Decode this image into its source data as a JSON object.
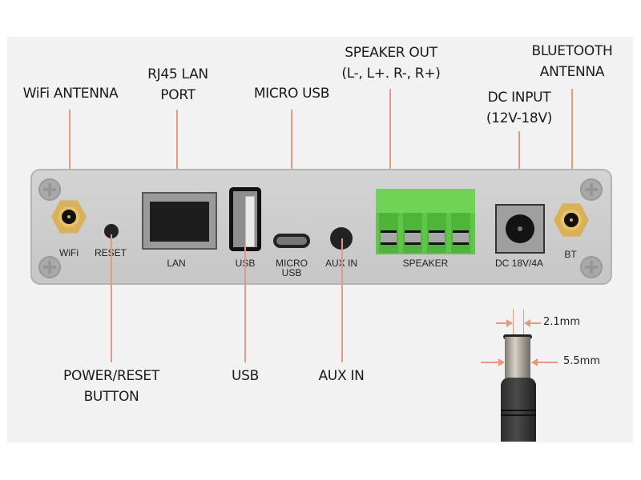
{
  "callouts": {
    "wifi_antenna": "WiFi  ANTENNA",
    "rj45_line1": "RJ45 LAN",
    "rj45_line2": "PORT",
    "micro_usb": "MICRO  USB",
    "speaker_out_line1": "SPEAKER  OUT",
    "speaker_out_line2": "(L-, L+. R-, R+)",
    "dc_input_line1": "DC INPUT",
    "dc_input_line2": "(12V-18V)",
    "bluetooth_line1": "BLUETOOTH",
    "bluetooth_line2": "ANTENNA",
    "power_reset_line1": "POWER/RESET",
    "power_reset_line2": "BUTTON",
    "usb": "USB",
    "aux_in": "AUX IN"
  },
  "panel_labels": {
    "wifi": "WiFi",
    "reset": "RESET",
    "lan": "LAN",
    "usb": "USB",
    "micro_usb_line1": "MICRO",
    "micro_usb_line2": "USB",
    "aux_in": "AUX IN",
    "speaker": "SPEAKER",
    "dc": "DC 18V/4A",
    "bt": "BT"
  },
  "plug_dimensions": {
    "inner": "2.1mm",
    "outer": "5.5mm"
  },
  "colors": {
    "leader_line": "#e29a80",
    "terminal_green": "#5fc64a",
    "panel_gray": "#cccccc",
    "antenna_gold": "#d8b15a"
  }
}
